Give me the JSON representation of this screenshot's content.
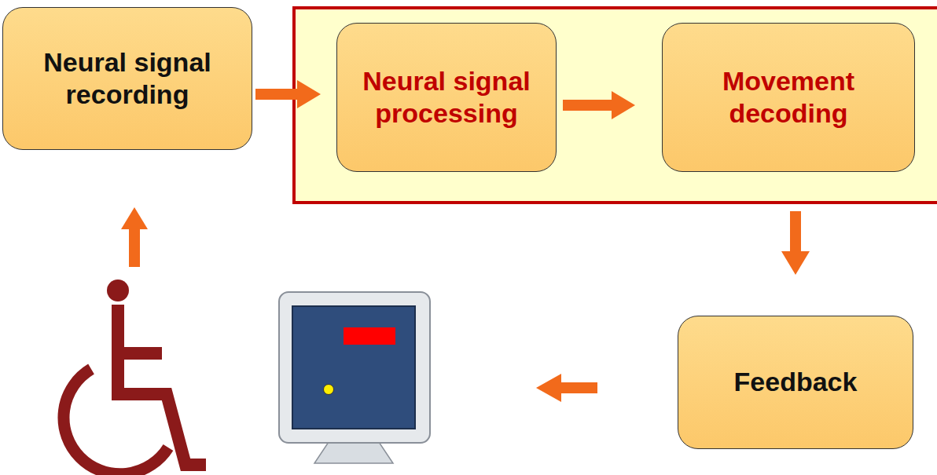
{
  "diagram": {
    "nodes": [
      {
        "text": [
          "Neural signal recording"
        ]
      },
      {
        "text": [
          "Neural signal processing"
        ]
      },
      {
        "text": [
          "Movement decoding"
        ]
      },
      {
        "text": [
          "Feedback"
        ]
      }
    ],
    "edges": [
      {
        "from": 0,
        "to": 1,
        "arrow": "to"
      },
      {
        "from": 1,
        "to": 2,
        "arrow": "to"
      },
      {
        "from": 2,
        "to": 3,
        "arrow": "to"
      }
    ]
  }
}
